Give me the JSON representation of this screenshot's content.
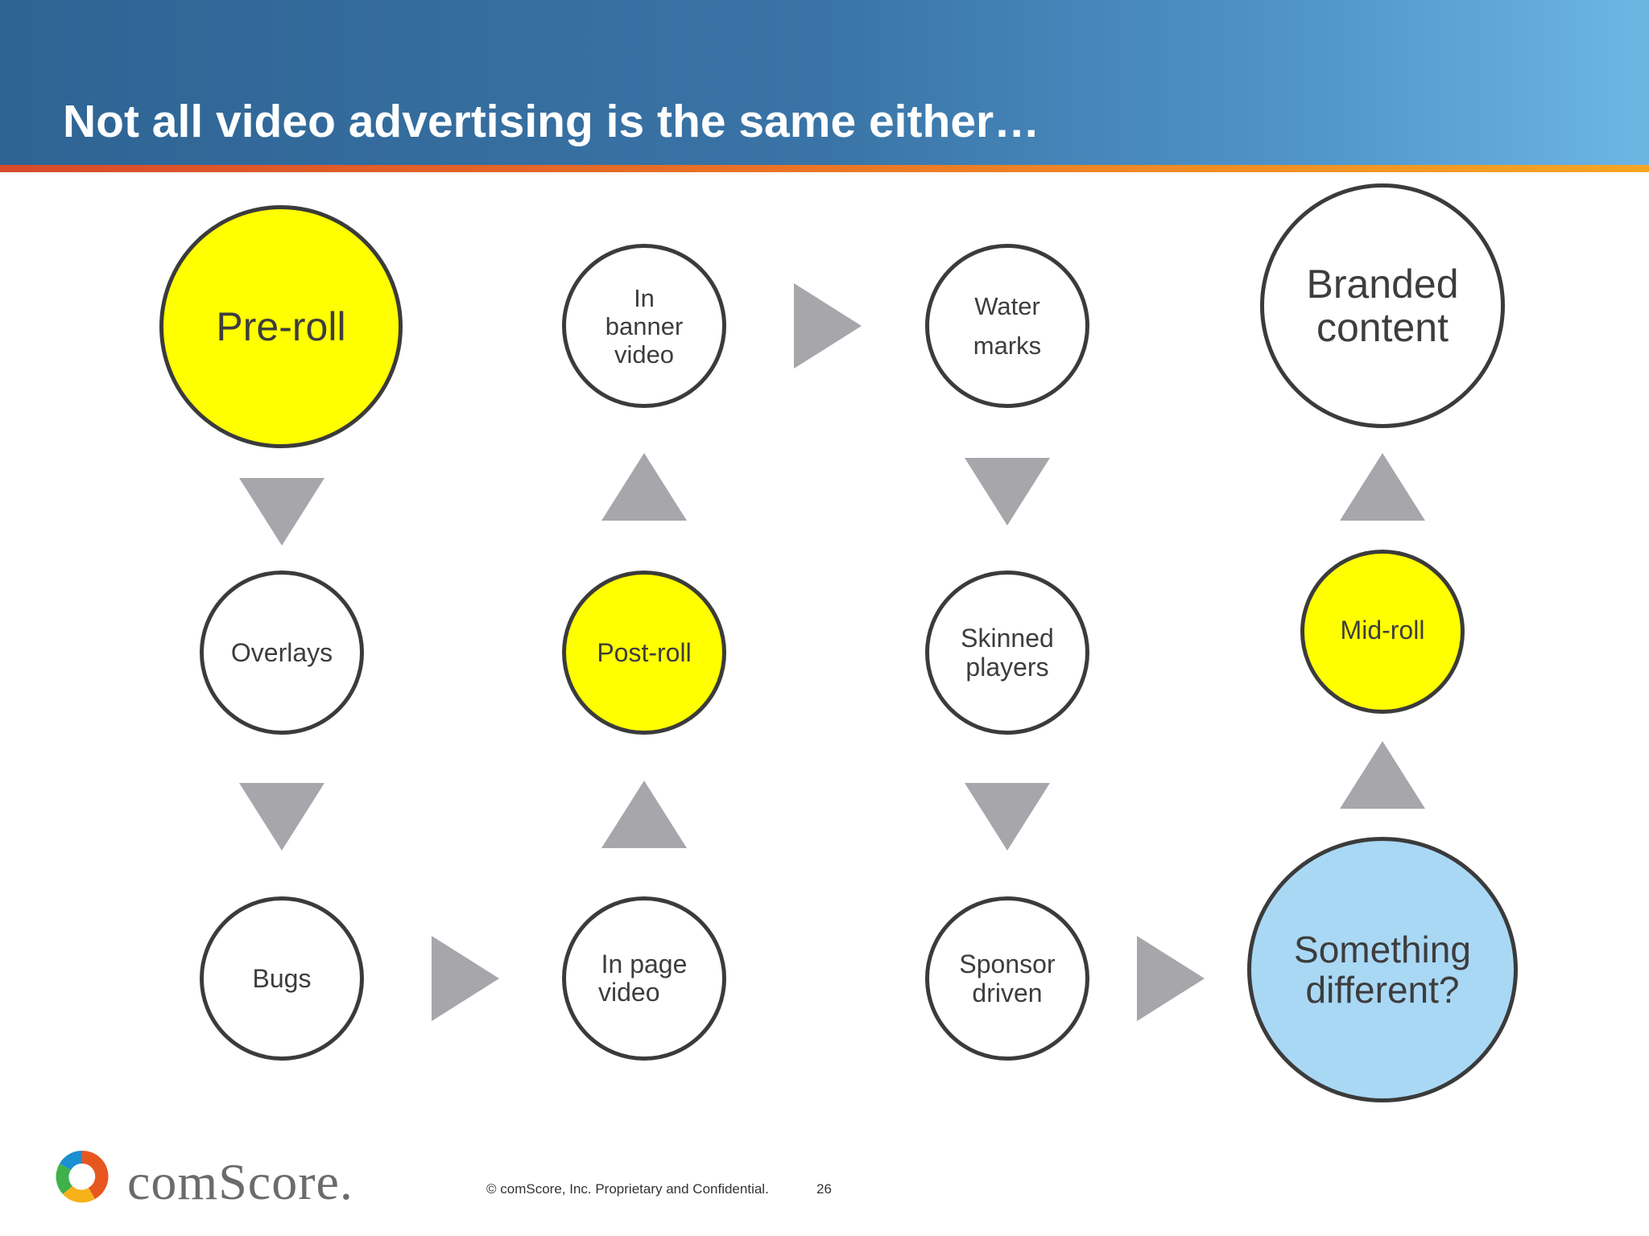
{
  "slide": {
    "title": "Not all video advertising is the same either…",
    "page_number": "26"
  },
  "diagram": {
    "nodes": {
      "preroll": "Pre-roll",
      "overlays": "Overlays",
      "bugs": "Bugs",
      "inpage_line1": "In page",
      "inpage_line2": "video",
      "postroll": "Post-roll",
      "inbanner_line1": "In",
      "inbanner_line2": "banner",
      "inbanner_line3": "video",
      "watermarks_line1": "Water",
      "watermarks_line2": "marks",
      "skinned_line1": "Skinned",
      "skinned_line2": "players",
      "sponsor_line1": "Sponsor",
      "sponsor_line2": "driven",
      "something_line1": "Something",
      "something_line2": "different?",
      "midroll": "Mid-roll",
      "branded_line1": "Branded",
      "branded_line2": "content"
    },
    "colors": {
      "highlight": "#ffff00",
      "new": "#a9d8f5",
      "arrow": "#a7a6ab"
    }
  },
  "footer": {
    "brand": "comScore.",
    "copyright": "© comScore, Inc.  Proprietary and Confidential."
  }
}
